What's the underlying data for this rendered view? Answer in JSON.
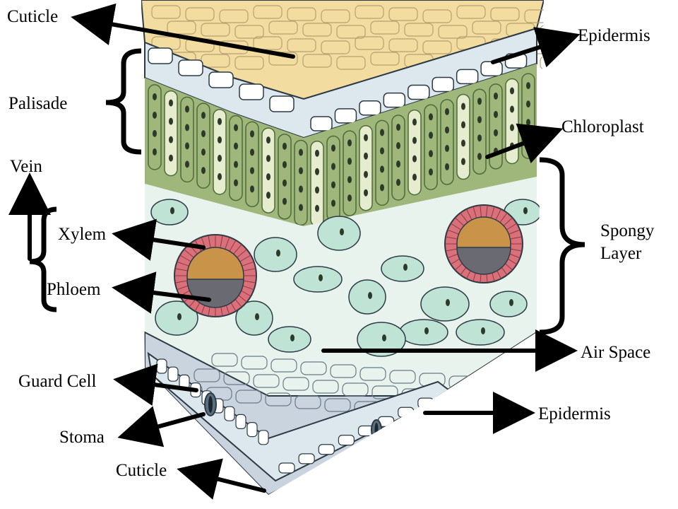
{
  "labels": {
    "cuticle_top": "Cuticle",
    "epidermis_top": "Epidermis",
    "palisade": "Palisade",
    "chloroplast": "Chloroplast",
    "vein": "Vein",
    "xylem": "Xylem",
    "phloem": "Phloem",
    "spongy_line1": "Spongy",
    "spongy_line2": "Layer",
    "air_space": "Air Space",
    "guard_cell": "Guard Cell",
    "epidermis_bottom": "Epidermis",
    "stoma": "Stoma",
    "cuticle_bottom": "Cuticle"
  },
  "colors": {
    "cuticle": "#f2dca0",
    "epidermis": "#dde8ee",
    "palisade": "#9fb77a",
    "spongy": "#bfe3d4",
    "vein_ring": "#d9707a",
    "xylem": "#c9944a",
    "phloem": "#6a6a72",
    "lower_epidermis": "#c9d4de",
    "outline": "#2d3a44",
    "arrow": "#000000"
  }
}
